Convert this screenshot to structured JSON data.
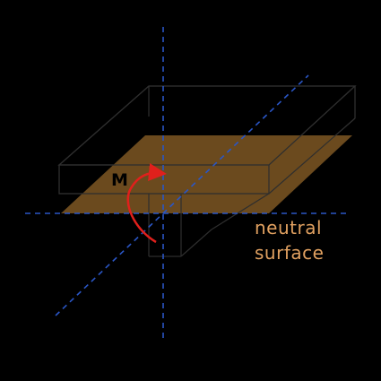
{
  "labels": {
    "moment": "M",
    "neutral_line1": "neutral",
    "neutral_line2": "surface"
  },
  "colors": {
    "background": "#000000",
    "neutral_surface_fill": "#6b4a1e",
    "beam_outline": "#2e2e2e",
    "axis_dash": "#2a56c6",
    "moment_arrow": "#e0201c",
    "label_text": "#e0a060"
  }
}
